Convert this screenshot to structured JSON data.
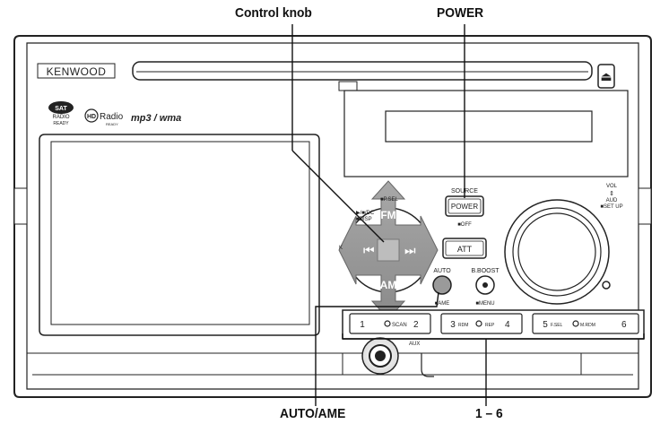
{
  "callouts": {
    "control_knob": "Control knob",
    "power": "POWER",
    "auto_ame": "AUTO/AME",
    "presets": "1 – 6"
  },
  "unit": {
    "brand": "KENWOOD",
    "logo_sat_top": "SAT",
    "logo_sat_mid": "RADIO",
    "logo_sat_bottom": "READY",
    "logo_hd": "HD",
    "logo_radio": "Radio",
    "logo_radio_sub": "READY",
    "logo_formats": "mp3 / wma",
    "eject_symbol": "⏏",
    "source_label": "SOURCE",
    "power_button": "POWER",
    "off_label": "■OFF",
    "ptsel_label": "■P.SEL",
    "play_pause_label": "▶/■/DC",
    "disp_label": "■DISP",
    "fm_label": "FM",
    "am_label": "AM",
    "att_button": "ATT",
    "auto_label": "AUTO",
    "ame_label": "■AME",
    "bboost_label": "B.BOOST",
    "menu_label": "■MENU",
    "vol_label": "VOL",
    "aud_label": "AUD",
    "setup_label": "■SET UP",
    "aux_label": "AUX",
    "preset_1": "1",
    "scan_label": "SCAN",
    "preset_2": "2",
    "preset_3": "3",
    "rdm_label": "RDM",
    "rep_label": "REP",
    "preset_4": "4",
    "preset_5": "5",
    "fsel_label": "F.SEL",
    "mrdm_label": "M.RDM",
    "preset_6": "6"
  }
}
